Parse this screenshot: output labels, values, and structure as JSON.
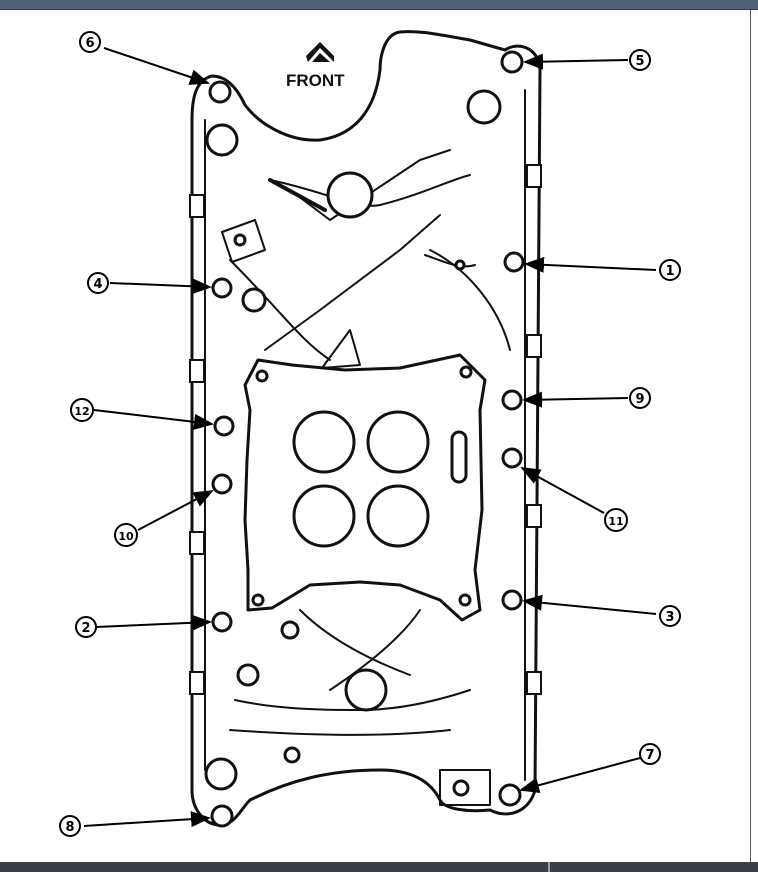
{
  "diagram": {
    "front_label": "FRONT",
    "callouts": [
      {
        "id": "1",
        "label": "①"
      },
      {
        "id": "2",
        "label": "②"
      },
      {
        "id": "3",
        "label": "③"
      },
      {
        "id": "4",
        "label": "④"
      },
      {
        "id": "5",
        "label": "⑤"
      },
      {
        "id": "6",
        "label": "⑥"
      },
      {
        "id": "7",
        "label": "⑦"
      },
      {
        "id": "8",
        "label": "⑧"
      },
      {
        "id": "9",
        "label": "⑨"
      },
      {
        "id": "10",
        "label": "⑩"
      },
      {
        "id": "11",
        "label": "⑪"
      },
      {
        "id": "12",
        "label": "⑫"
      }
    ]
  }
}
